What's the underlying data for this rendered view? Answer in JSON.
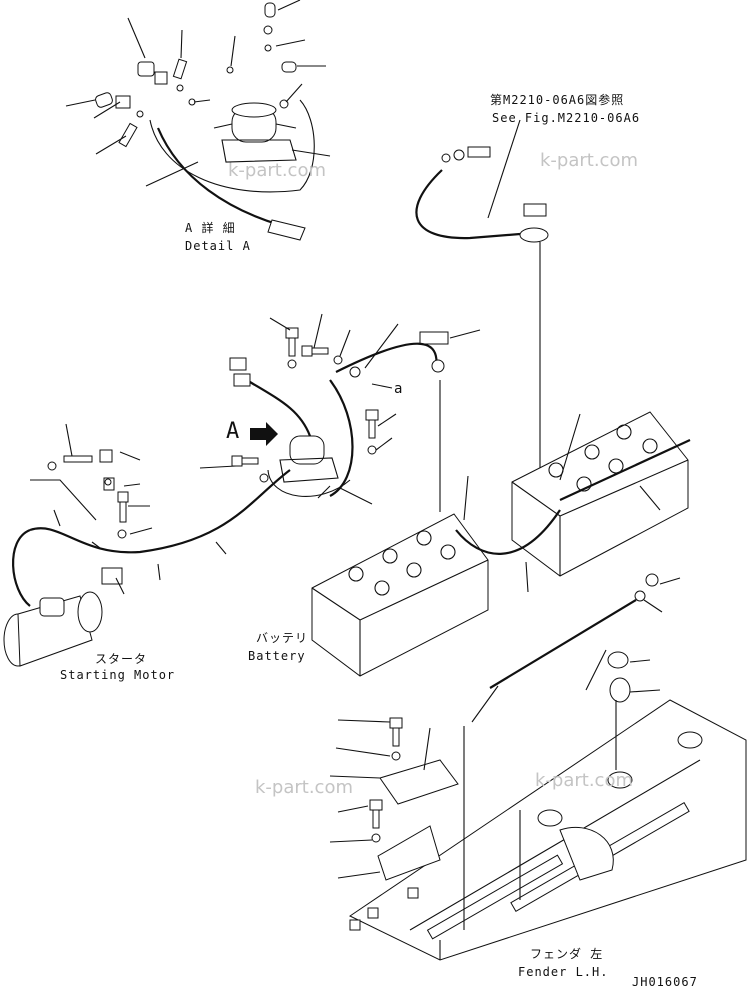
{
  "labels": {
    "detail_a_jp": "A 詳 細",
    "detail_a_en": "Detail A",
    "ref_jp": "第M2210-06A6図参照",
    "ref_en": "See Fig.M2210-06A6",
    "arrow_a": "A",
    "ref_mark": "a",
    "battery_jp": "バッテリ",
    "battery_en": "Battery",
    "starter_jp": "スタータ",
    "starter_en": "Starting Motor",
    "fender_jp": "フェンダ 左",
    "fender_en": "Fender L.H.",
    "drawing_code": "JH016067"
  },
  "watermark": {
    "top_right": "k-part.com",
    "top_left": "k-part.com",
    "bottom_left": "k-part.com",
    "bottom_right": "k-part.com"
  },
  "colors": {
    "line": "#111111",
    "watermark": "#c4c4c4",
    "background": "#ffffff"
  }
}
